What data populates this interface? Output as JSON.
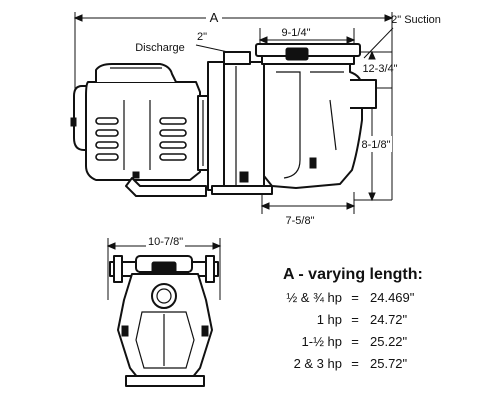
{
  "labels": {
    "dim_a": "A",
    "dim_top": "9-1/4\"",
    "dim_height": "12-3/4\"",
    "dim_mid": "8-1/8\"",
    "dim_bottom": "7-5/8\"",
    "dim_front_width": "10-7/8\"",
    "discharge_size": "2\"",
    "discharge": "Discharge",
    "suction": "2\" Suction"
  },
  "table": {
    "title": "A - varying length:",
    "rows": [
      {
        "hp": "½ & ¾ hp",
        "eq": "=",
        "value": "24.469\""
      },
      {
        "hp": "1 hp",
        "eq": "=",
        "value": "24.72\""
      },
      {
        "hp": "1-½ hp",
        "eq": "=",
        "value": "25.22\""
      },
      {
        "hp": "2 & 3 hp",
        "eq": "=",
        "value": "25.72\""
      }
    ]
  }
}
